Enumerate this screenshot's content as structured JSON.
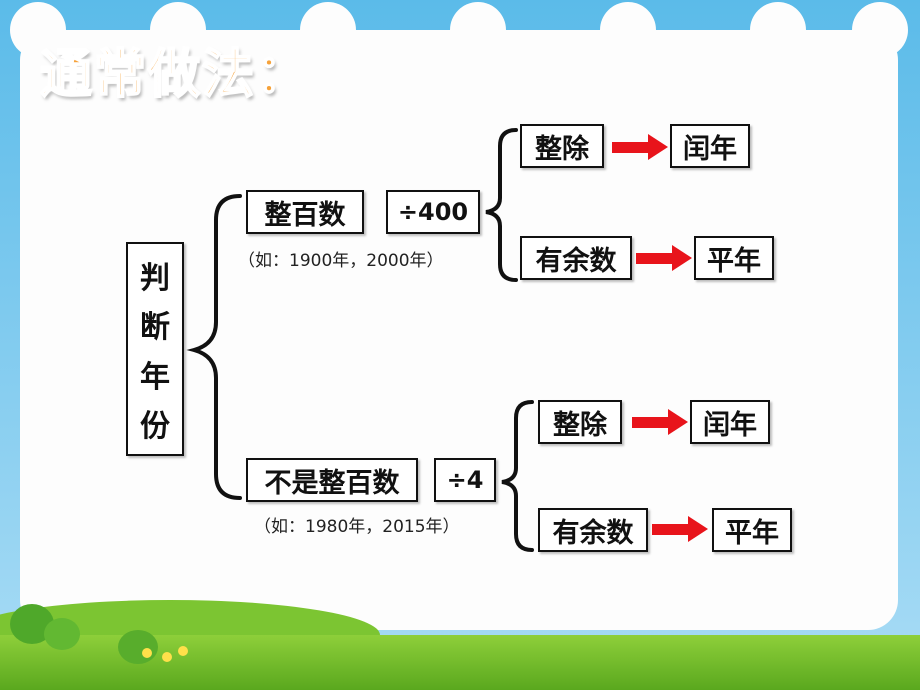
{
  "title": "通常做法：",
  "root": {
    "chars": [
      "判",
      "断",
      "年",
      "份"
    ]
  },
  "branch1": {
    "label": "整百数",
    "op": "÷400",
    "example": "（如：1900年，2000年）",
    "outcome_divisible": {
      "label": "整除",
      "result": "闰年"
    },
    "outcome_remainder": {
      "label": "有余数",
      "result": "平年"
    }
  },
  "branch2": {
    "label": "不是整百数",
    "op": "÷4",
    "example": "（如：1980年，2015年）",
    "outcome_divisible": {
      "label": "整除",
      "result": "闰年"
    },
    "outcome_remainder": {
      "label": "有余数",
      "result": "平年"
    }
  },
  "colors": {
    "arrow": "#e8141b",
    "title": "#f6a23a",
    "sky": "#5bbbe9",
    "grass": "#6bbb2a"
  }
}
